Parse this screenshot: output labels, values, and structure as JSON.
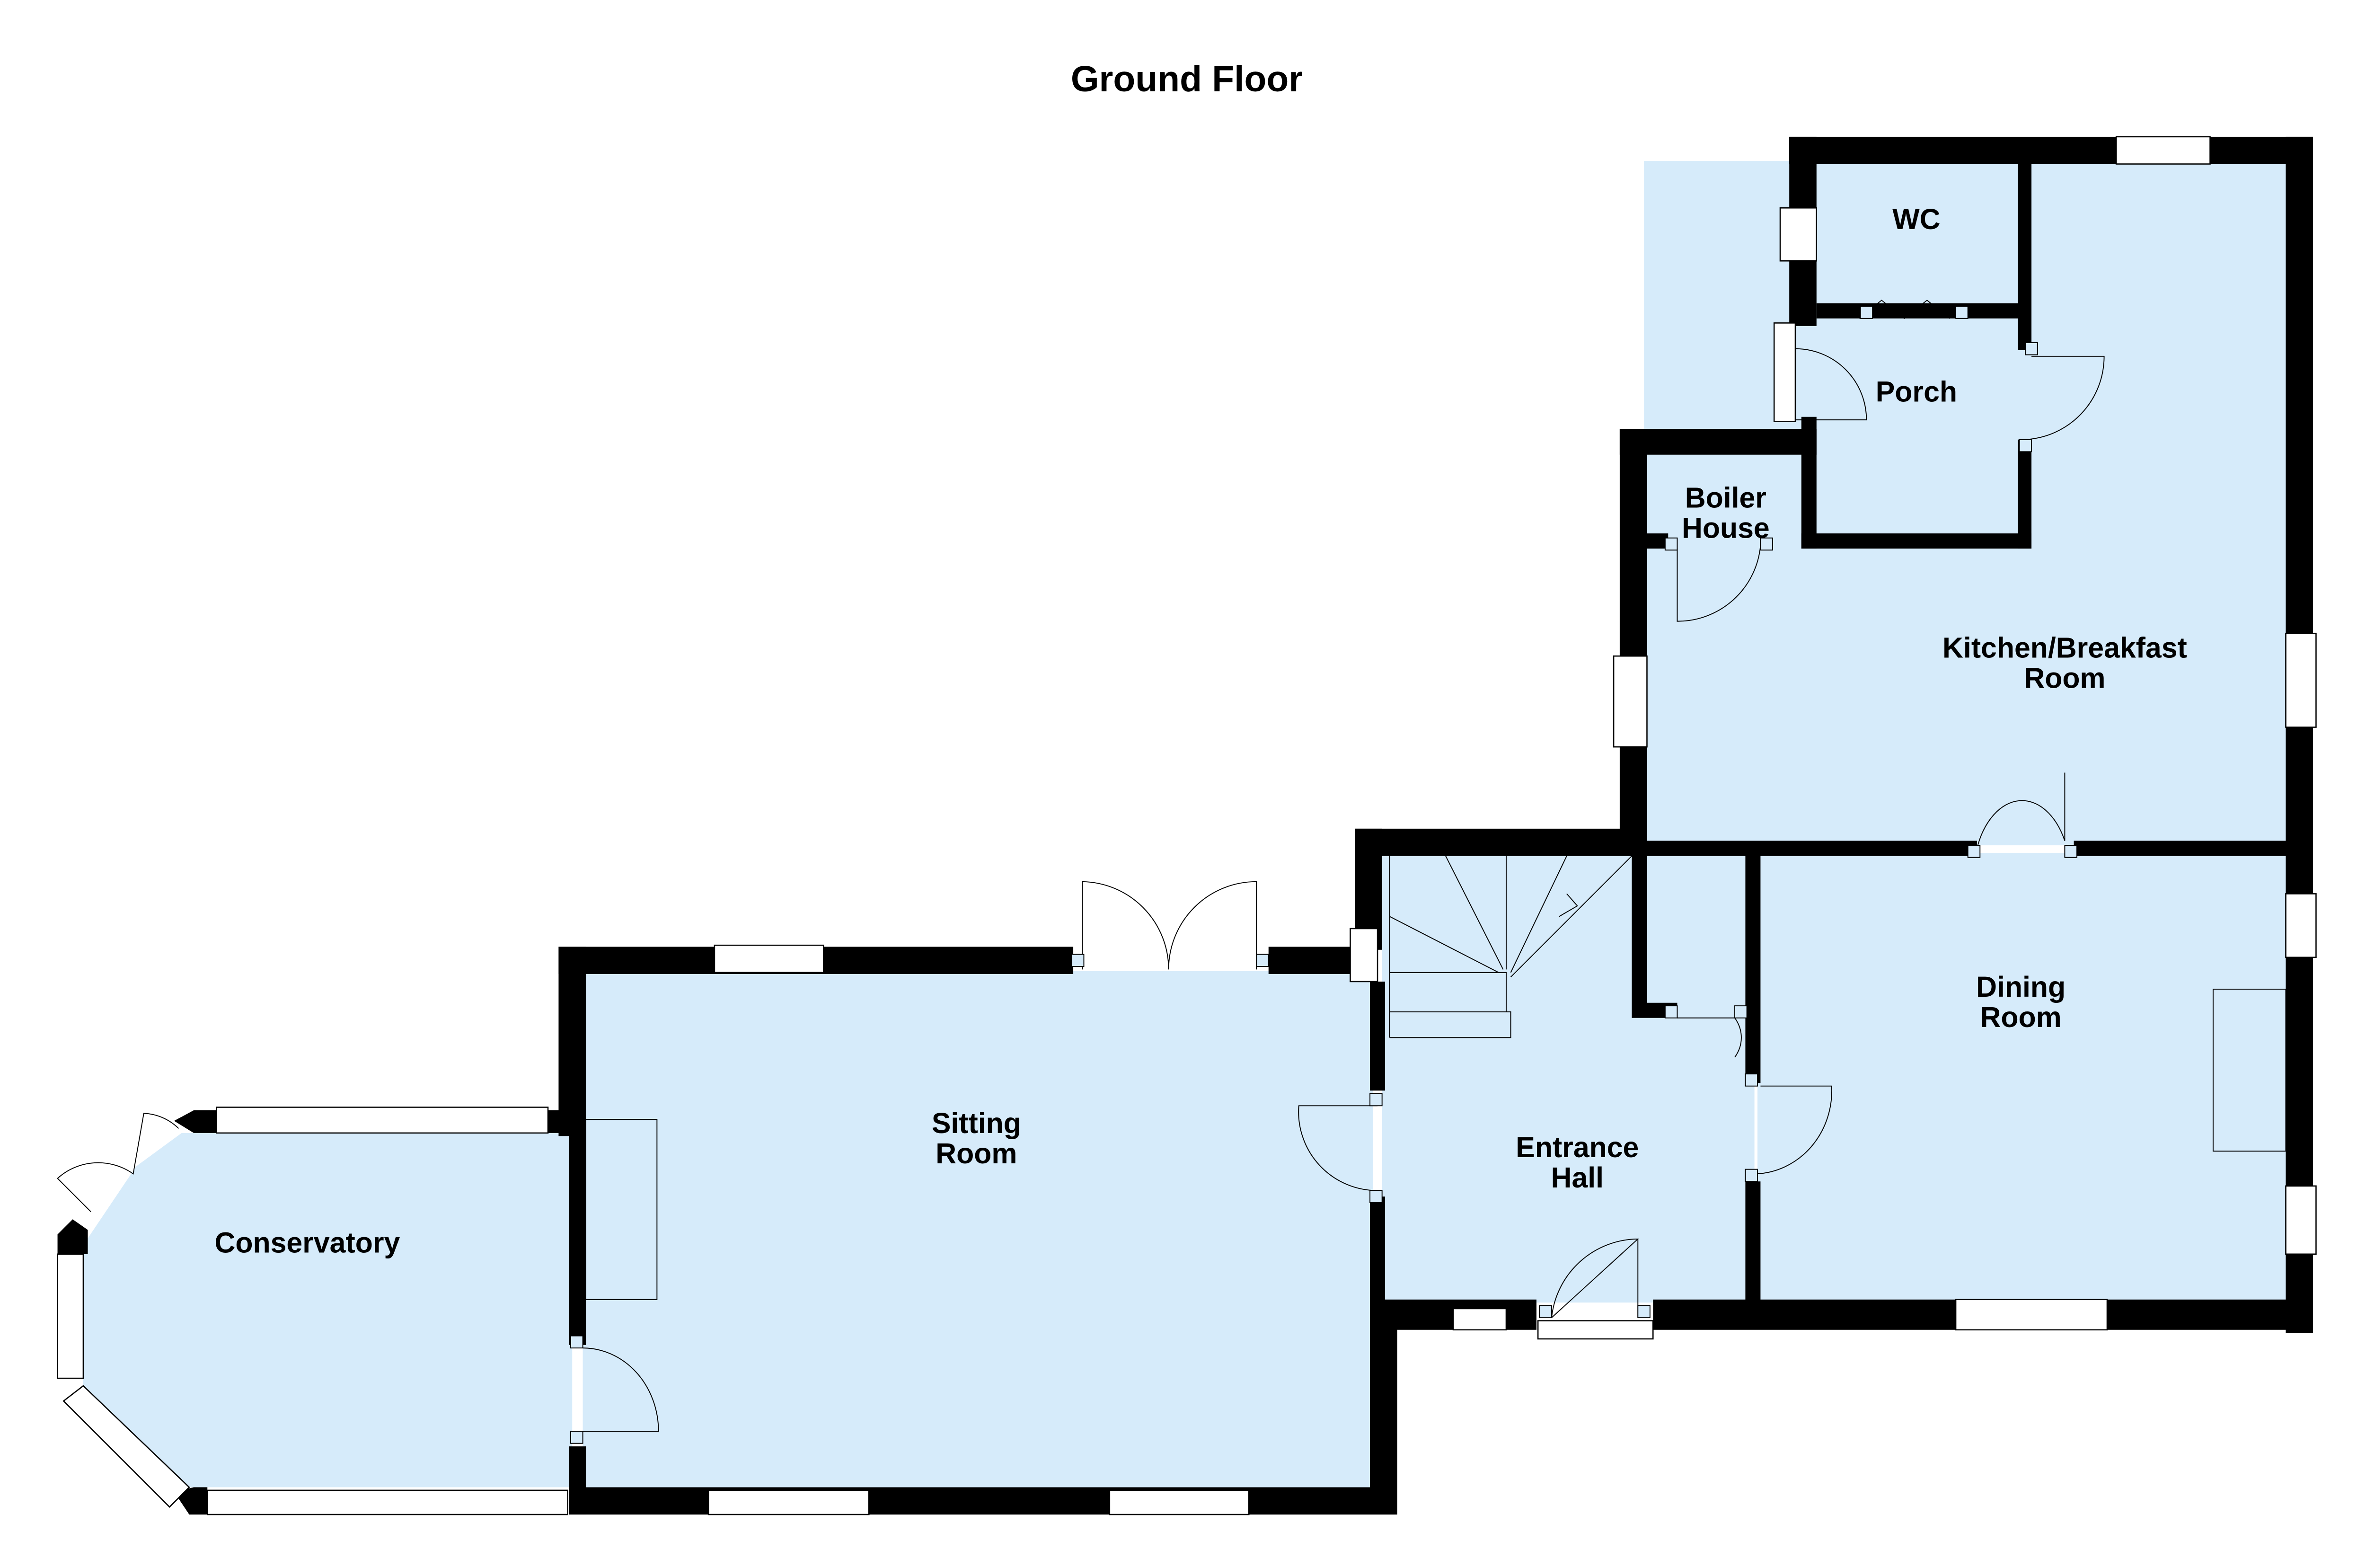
{
  "title": "Ground Floor",
  "colors": {
    "room_fill": "#d6ebfa",
    "wall": "#000000",
    "window": "#ffffff"
  },
  "rooms": {
    "wc": "WC",
    "porch": "Porch",
    "boiler_line1": "Boiler",
    "boiler_line2": "House",
    "kitchen_line1": "Kitchen/Breakfast",
    "kitchen_line2": "Room",
    "dining_line1": "Dining",
    "dining_line2": "Room",
    "entrance_line1": "Entrance",
    "entrance_line2": "Hall",
    "sitting_line1": "Sitting",
    "sitting_line2": "Room",
    "conservatory": "Conservatory"
  }
}
